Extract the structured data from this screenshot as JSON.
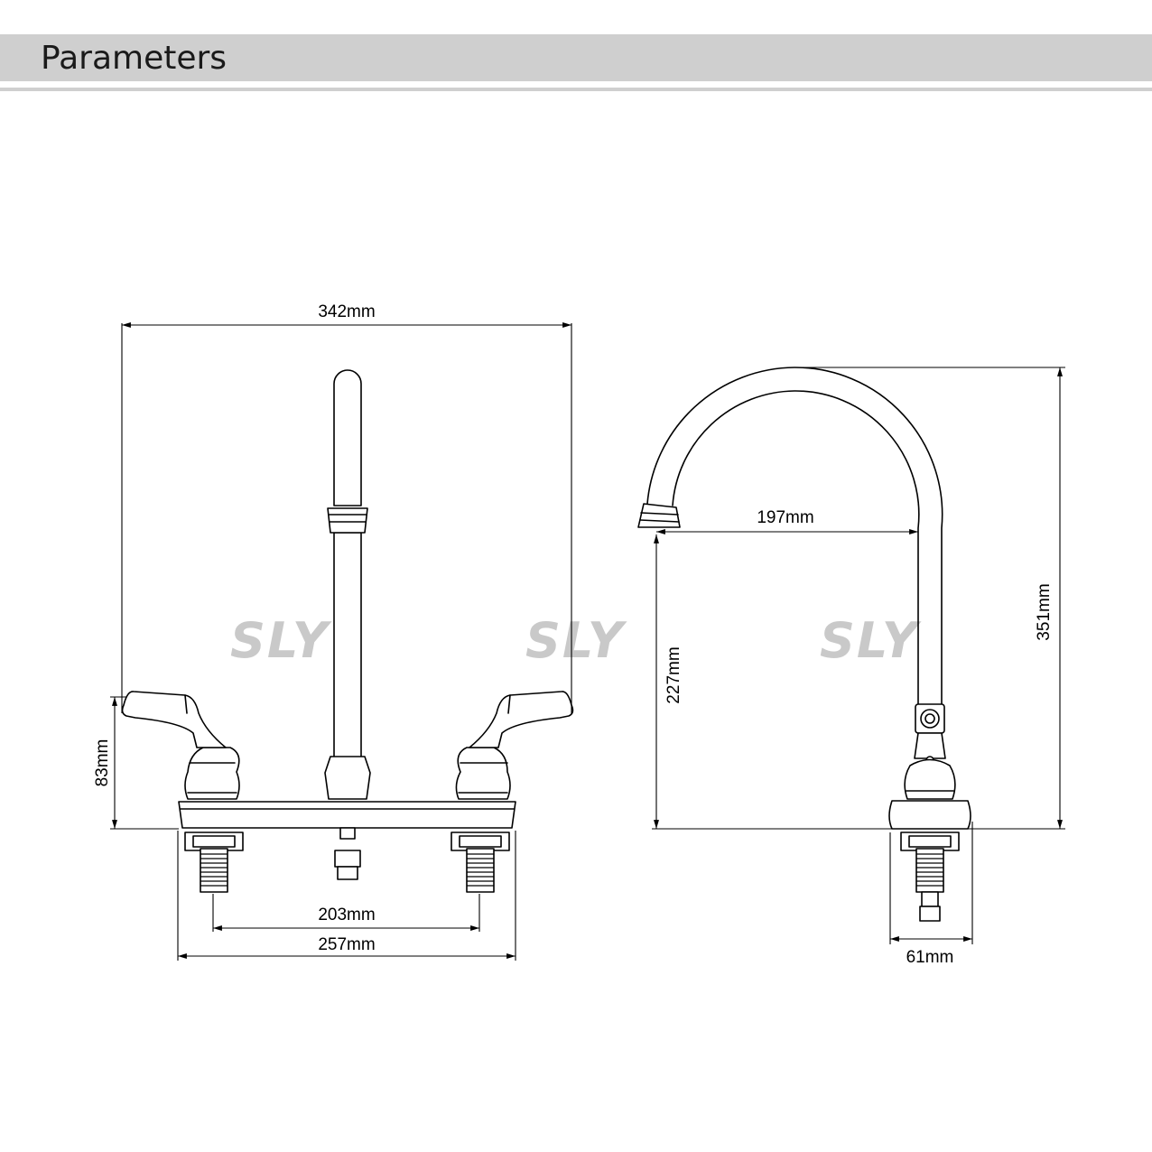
{
  "header": {
    "title": "Parameters"
  },
  "watermark": {
    "text": "SLY"
  },
  "front_view": {
    "dims": {
      "overall_width": "342mm",
      "handle_height": "83mm",
      "center_spacing": "203mm",
      "base_width": "257mm"
    }
  },
  "side_view": {
    "dims": {
      "spout_reach": "197mm",
      "total_height": "351mm",
      "spout_clearance": "227mm",
      "base_depth": "61mm"
    }
  }
}
